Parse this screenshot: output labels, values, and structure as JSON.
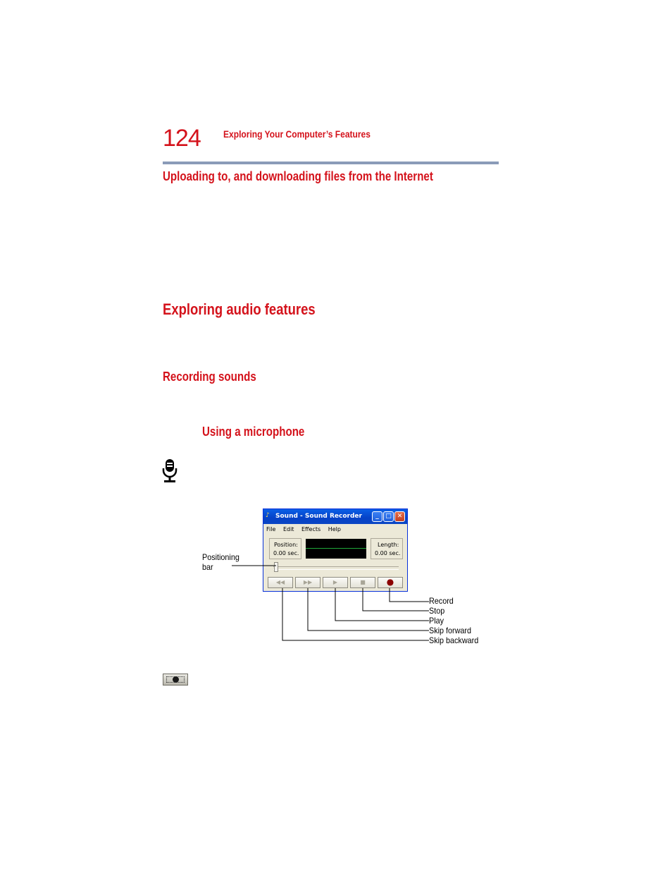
{
  "header": {
    "page_number": "124",
    "running_head": "Exploring Your Computer’s Features"
  },
  "headings": {
    "uploading": "Uploading to, and downloading files from the Internet",
    "audio": "Exploring audio features",
    "recording": "Recording sounds",
    "microphone": "Using a microphone"
  },
  "sound_recorder": {
    "title": "Sound - Sound Recorder",
    "menu": [
      "File",
      "Edit",
      "Effects",
      "Help"
    ],
    "position_label": "Position:",
    "position_value": "0.00 sec.",
    "length_label": "Length:",
    "length_value": "0.00 sec.",
    "buttons": [
      "◀◀",
      "▶▶",
      "▶",
      "■",
      "●"
    ]
  },
  "callouts": {
    "positioning_bar": [
      "Positioning",
      "bar"
    ],
    "record": "Record",
    "stop": "Stop",
    "play": "Play",
    "skip_forward": "Skip forward",
    "skip_backward": "Skip backward"
  },
  "colors": {
    "heading_red": "#d4121b",
    "rule": "#8a9bb8",
    "xp_title_blue": "#0542c7"
  },
  "icons": {
    "margin_icon": "microphone-icon",
    "inline_button": "record-button-icon"
  }
}
